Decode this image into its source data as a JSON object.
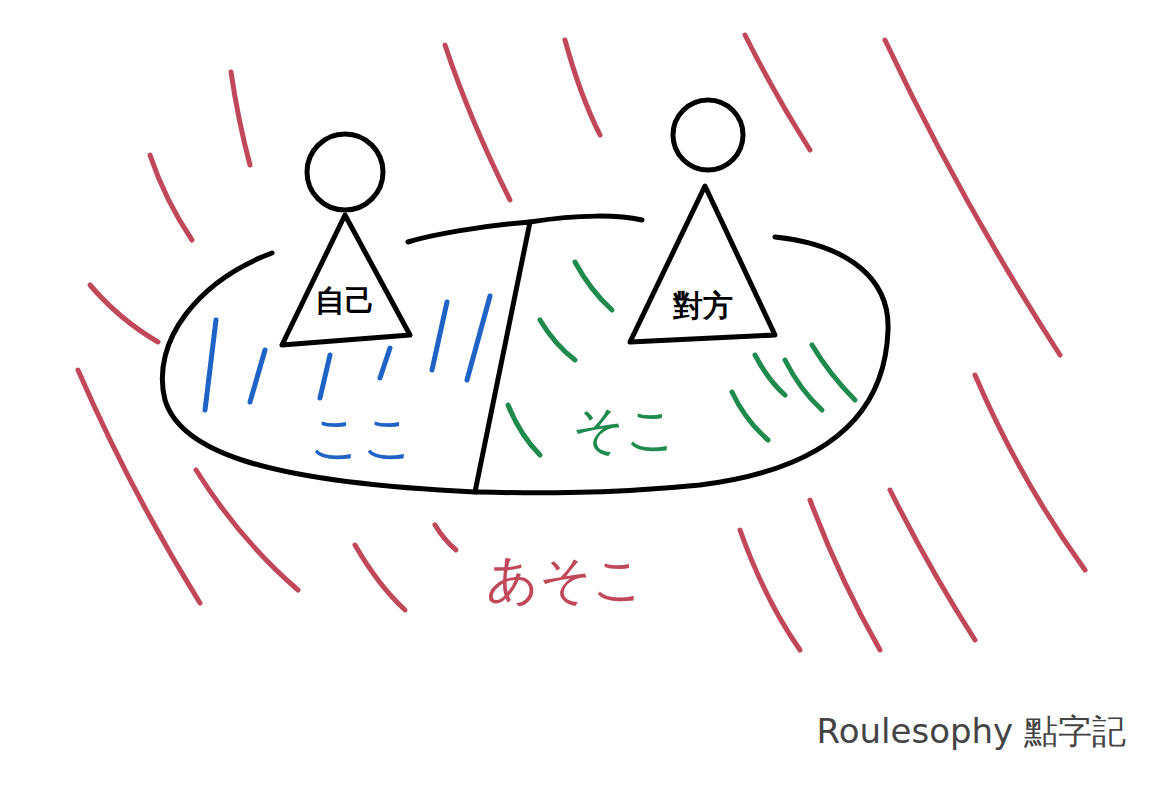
{
  "diagram": {
    "nodes": [
      {
        "text": [
          "自己"
        ]
      },
      {
        "text": [
          "對方"
        ]
      },
      {
        "text": [
          "ここ"
        ]
      },
      {
        "text": [
          "そこ"
        ]
      }
    ],
    "labels": [
      "あそこ",
      "Roulesophy 點字記"
    ]
  }
}
